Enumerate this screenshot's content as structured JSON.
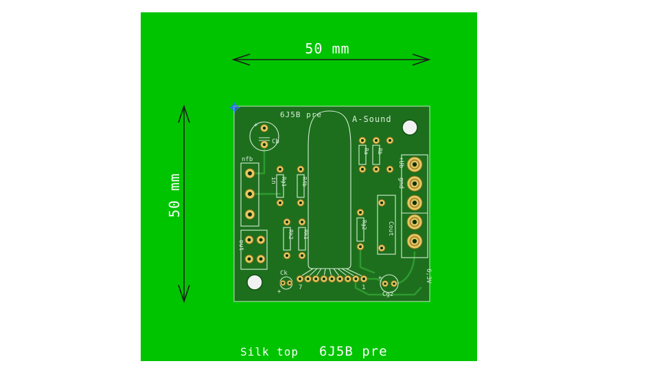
{
  "colors": {
    "canvas_bg": "#00c400",
    "board": "#1d6f1d",
    "silkscreen": "#d9efd9",
    "pad": "#e7c95f",
    "trace": "#2f9a2f",
    "dimension_arrow": "#1c1c1c",
    "annotation_text": "#ffffff",
    "origin_marker": "#2a6fff"
  },
  "dimensions": {
    "width_label": "50 mm",
    "height_label": "50 mm"
  },
  "footer": {
    "layer_name": "Silk top",
    "project_name": "6J5B pre"
  },
  "board": {
    "silk_title": "6J5B pre",
    "brand": "A-Sound",
    "labels": {
      "cb": "Cb",
      "nfb": "nfb",
      "in": "in",
      "out": "out",
      "rg1": "Rg1",
      "r4b": "R4b",
      "rk2": "Rk2",
      "rk1": "Rk1",
      "rg2": "Rg2",
      "ra": "Ra",
      "rb": "Rb",
      "ub": "+Ub",
      "gnd": "gnd",
      "cout": "Cout",
      "ck": "Ck",
      "cg2": "Cg2",
      "heater": "6,3V",
      "pin7": "7",
      "pin1": "1",
      "plus": "+"
    }
  }
}
